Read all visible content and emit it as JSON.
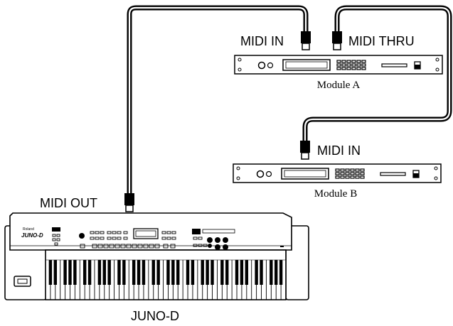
{
  "labels": {
    "midi_in_a": "MIDI IN",
    "midi_thru_a": "MIDI THRU",
    "module_a": "Module A",
    "midi_in_b": "MIDI IN",
    "module_b": "Module B",
    "midi_out": "MIDI OUT",
    "keyboard": "JUNO-D"
  },
  "keyboard_panel": {
    "brand": "Roland",
    "model": "JUNO-D"
  },
  "colors": {
    "line": "#000000",
    "fill": "#ffffff"
  }
}
